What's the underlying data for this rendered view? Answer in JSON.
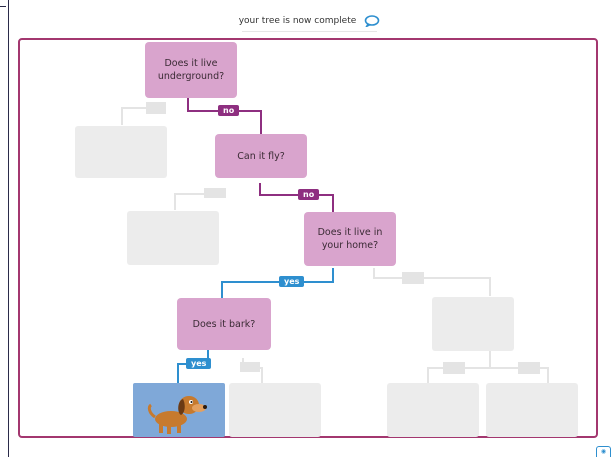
{
  "status": {
    "message": "your tree is now complete",
    "chat_icon": "speech-bubble-icon"
  },
  "questions": {
    "q1": "Does it live underground?",
    "q2": "Can it fly?",
    "q3": "Does it live in your home?",
    "q4": "Does it bark?"
  },
  "answers": {
    "no": "no",
    "yes": "yes"
  },
  "result": {
    "icon": "dog-icon"
  },
  "colors": {
    "accent": "#a3376f",
    "question_box": "#d9a4cd",
    "no_path": "#8e2f80",
    "yes_path": "#2e8fcf",
    "answer_box": "#7fa8d8",
    "ghost": "#ececec"
  }
}
